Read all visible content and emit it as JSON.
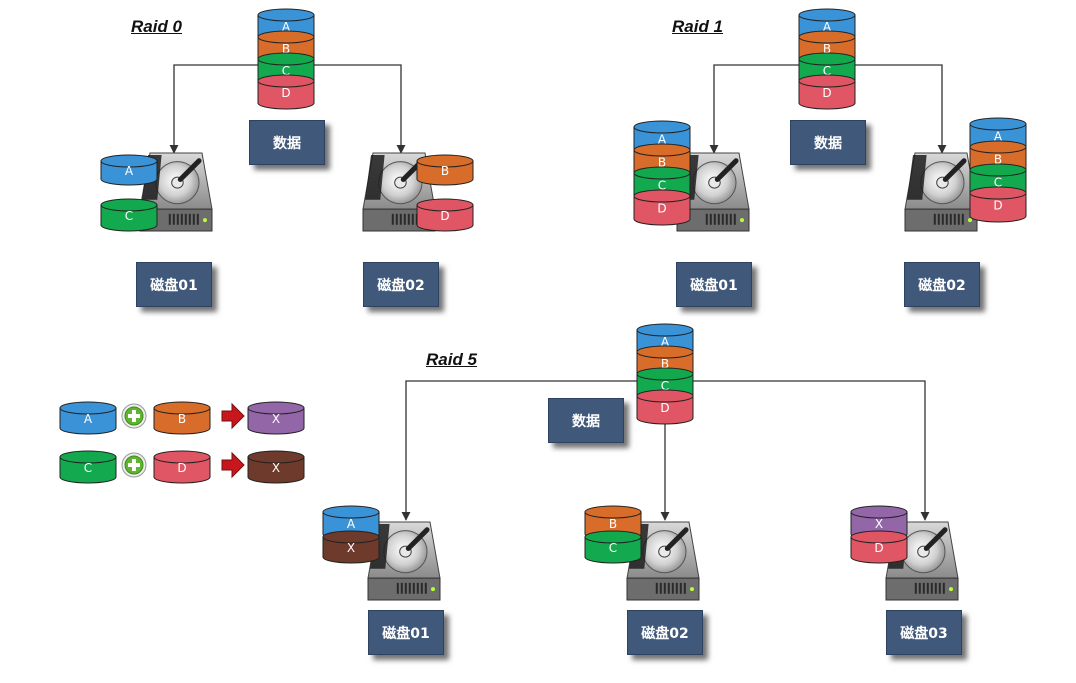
{
  "raid0": {
    "title": "Raid 0",
    "data_label": "数据",
    "source_stack": [
      "A",
      "B",
      "C",
      "D"
    ],
    "disks": [
      {
        "label": "磁盘01",
        "blocks": [
          "A",
          "C"
        ]
      },
      {
        "label": "磁盘02",
        "blocks": [
          "B",
          "D"
        ]
      }
    ]
  },
  "raid1": {
    "title": "Raid 1",
    "data_label": "数据",
    "source_stack": [
      "A",
      "B",
      "C",
      "D"
    ],
    "disks": [
      {
        "label": "磁盘01",
        "blocks": [
          "A",
          "B",
          "C",
          "D"
        ]
      },
      {
        "label": "磁盘02",
        "blocks": [
          "A",
          "B",
          "C",
          "D"
        ]
      }
    ]
  },
  "raid5": {
    "title": "Raid 5",
    "data_label": "数据",
    "source_stack": [
      "A",
      "B",
      "C",
      "D"
    ],
    "disks": [
      {
        "label": "磁盘01",
        "blocks": [
          "A",
          "X"
        ]
      },
      {
        "label": "磁盘02",
        "blocks": [
          "B",
          "C"
        ]
      },
      {
        "label": "磁盘03",
        "blocks": [
          "X",
          "D"
        ]
      }
    ],
    "parity_rules": [
      {
        "left": "A",
        "right": "B",
        "result": "X"
      },
      {
        "left": "C",
        "right": "D",
        "result": "X"
      }
    ]
  },
  "colors": {
    "A": "#3a93d6",
    "B": "#d86c2a",
    "C": "#12a94f",
    "D": "#e05664",
    "X1": "#9366a8",
    "X2": "#6e3a2c",
    "connector": "#333333",
    "label_box": "#40597b",
    "plus": "#5fb52f",
    "arrow": "#c8161d"
  }
}
